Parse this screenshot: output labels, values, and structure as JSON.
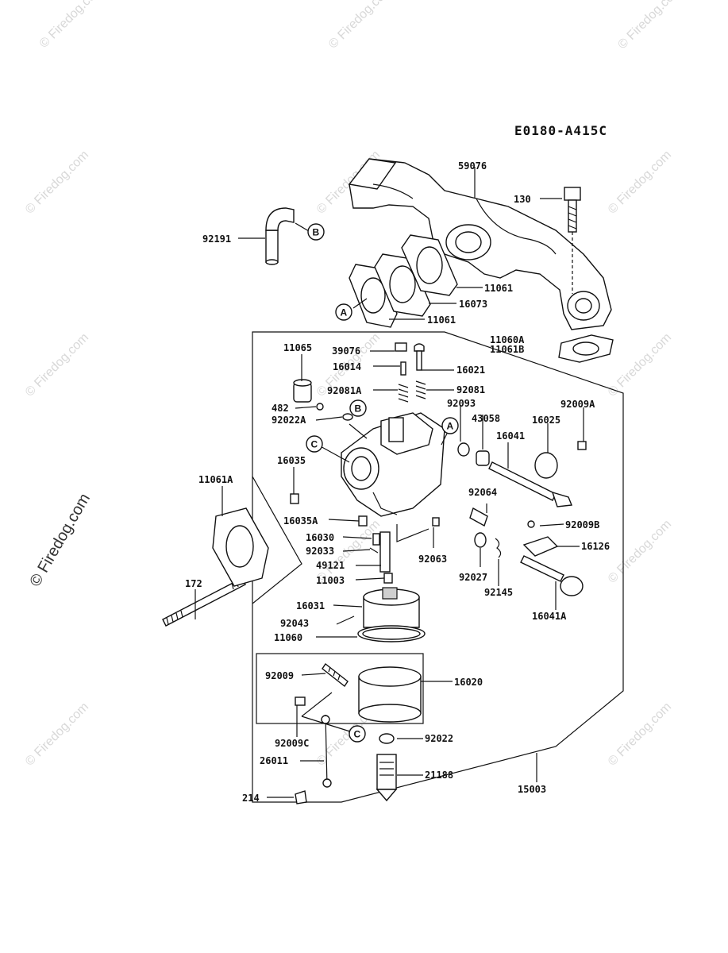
{
  "diagram_code": "E0180-A415C",
  "watermark_text": "© Firedog.com",
  "watermark_main": "© Firedog.com",
  "callouts": {
    "a": "A",
    "b": "B",
    "c": "C"
  },
  "labels": {
    "p59076": "59076",
    "p130": "130",
    "p92191": "92191",
    "p11061_top": "11061",
    "p16073": "16073",
    "p11061_mid": "11061",
    "p11060A": "11060A",
    "p11061B": "11061B",
    "p11065": "11065",
    "p39076": "39076",
    "p16014": "16014",
    "p16021": "16021",
    "p92081A": "92081A",
    "p92081": "92081",
    "p482": "482",
    "p92093": "92093",
    "p92022A": "92022A",
    "p43058": "43058",
    "p16025": "16025",
    "p92009A": "92009A",
    "p16041": "16041",
    "p16035": "16035",
    "p11061A": "11061A",
    "p92064": "92064",
    "p16035A": "16035A",
    "p92009B": "92009B",
    "p16126": "16126",
    "p16030": "16030",
    "p92033": "92033",
    "p172": "172",
    "p49121": "49121",
    "p92063": "92063",
    "p92027": "92027",
    "p11003": "11003",
    "p92145": "92145",
    "p16041A": "16041A",
    "p16031": "16031",
    "p92043": "92043",
    "p11060": "11060",
    "p92009": "92009",
    "p16020": "16020",
    "p92009C": "92009C",
    "p92022": "92022",
    "p26011": "26011",
    "p21188": "21188",
    "p15003": "15003",
    "p214": "214"
  },
  "colors": {
    "line": "#111111",
    "watermark": "#d8d8d8",
    "background": "#ffffff"
  }
}
